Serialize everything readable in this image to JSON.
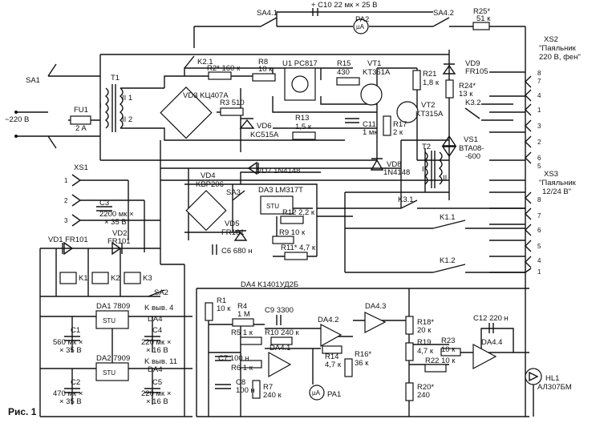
{
  "caption": "Рис. 1",
  "labels": {
    "c10": "+ C10 22 мк × 25 В",
    "pa2": "PA2",
    "sa41": "SA4.1",
    "sa42": "SA4.2",
    "r25": "R25*",
    "r25v": "51 к",
    "xs2": "XS2",
    "xs2a": "\"Паяльник",
    "xs2b": "220 В, фен\"",
    "sa1": "SA1",
    "mains": "~220 В",
    "fu1": "FU1",
    "fu1v": "2 A",
    "t1": "T1",
    "k21": "K2.1",
    "r2": "R2* 160 к",
    "r8": "R8",
    "r8v": "10 к",
    "u1": "U1 PC817",
    "r15": "R15",
    "r15v": "430",
    "vt1": "VT1",
    "vt1v": "KT361A",
    "r21": "R21",
    "r21v": "1,8 к",
    "vd9": "VD9",
    "vd9v": "FR105",
    "r24": "R24*",
    "r24v": "13 к",
    "k32": "K3.2",
    "vd3": "VD3 KЦ407A",
    "r3": "R3 510",
    "vt2": "VT2",
    "vt2v": "KT315A",
    "vd6": "VD6",
    "vd6v": "KC515A",
    "r13": "R13",
    "r13v": "1,5 к",
    "c11": "C11",
    "c11v": "1 мк",
    "r17": "R17",
    "r17v": "2 к",
    "vs1": "VS1",
    "vs1v": "BTA08-",
    "vs1v2": "-600",
    "t2": "T2",
    "vd8": "VD8",
    "vd8v": "1N4148",
    "xs1": "XS1",
    "vd4": "VD4",
    "vd4v": "KBP206",
    "vd7": "VD7 1N4148",
    "sa3": "SA3",
    "da3": "DA3 LM317T",
    "stu": "STU",
    "r12": "R12 2,2 к",
    "c3": "C3",
    "c3v": "2200 мк ×",
    "c3v2": "× 35 В",
    "vd5": "VD5",
    "vd5v": "FR101",
    "r9": "R9 10 к",
    "r11": "R11* 4,7 к",
    "c6": "C6 680 н",
    "k3": "K3.1",
    "xs3": "XS3",
    "xs3a": "\"Паяльник",
    "xs3b": "12/24 В\"",
    "k11": "K1.1",
    "k12": "K1.2",
    "vd1": "VD1 FR101",
    "vd2": "VD2",
    "vd2v": "FR101",
    "k1": "K1",
    "k2": "K2",
    "k3coil": "K3",
    "sa2": "SA2",
    "da4": "DA4 K1401УД2Б",
    "da1": "DA1 7809",
    "kvyv4": "K выв. 4",
    "da4ref": "DA4",
    "c1": "C1",
    "c1v": "560 мк ×",
    "c1v2": "× 35 В",
    "c4": "C4",
    "c4v": "220 мк ×",
    "c4v2": "× 16 В",
    "da2": "DA2 7909",
    "kvyv11": "K выв. 11",
    "da4ref2": "DA4",
    "c2": "C2",
    "c2v": "470 мк ×",
    "c2v2": "× 35 В",
    "c5": "C5",
    "c5v": "220 мк ×",
    "c5v2": "× 16 В",
    "r1": "R1",
    "r1v": "10 к",
    "r4": "R4",
    "r4v": "1 M",
    "c9": "C9 3300",
    "da42": "DA4.2",
    "da43": "DA4.3",
    "r5": "R5 1 к",
    "r10": "R10 240 к",
    "da41": "DA4.1",
    "r14": "R14",
    "r14v": "4,7 к",
    "r16": "R16*",
    "r16v": "36 к",
    "c7": "C7 100 н",
    "r6": "R6 1 к",
    "c8": "C8",
    "c8v": "100 н",
    "r7": "R7",
    "r7v": "240 к",
    "pa1": "PA1",
    "r18": "R18*",
    "r18v": "20 к",
    "r19": "R19",
    "r19v": "4,7 к",
    "r22": "R22 10 к",
    "r23": "R23",
    "r23v": "10 к",
    "c12": "C12 220 н",
    "da44": "DA4.4",
    "r20": "R20*",
    "r20v": "240",
    "hl1": "HL1",
    "hl1v": "АЛ307БМ",
    "ua": "µA",
    "i1": "I",
    "i2": "II 1",
    "i3": "II 2",
    "t2i": "I",
    "t2ii": "II"
  },
  "xs2_pins": [
    "8",
    "7",
    "4",
    "1",
    "3",
    "2",
    "6",
    "5"
  ],
  "xs3_pins": [
    "8",
    "7",
    "6",
    "5",
    "4",
    "1"
  ],
  "xs1_pins": [
    "1",
    "2",
    "3"
  ]
}
